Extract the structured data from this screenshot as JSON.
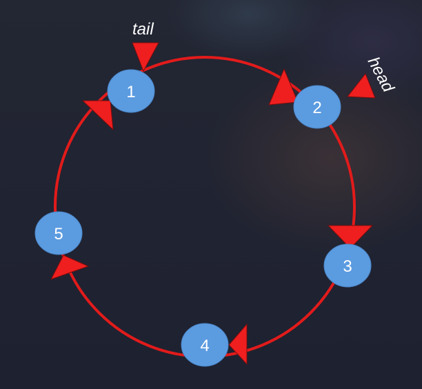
{
  "diagram": {
    "nodes": [
      {
        "id": "n1",
        "label": "1"
      },
      {
        "id": "n2",
        "label": "2"
      },
      {
        "id": "n3",
        "label": "3"
      },
      {
        "id": "n4",
        "label": "4"
      },
      {
        "id": "n5",
        "label": "5"
      }
    ],
    "pointers": {
      "tail": "tail",
      "head": "head"
    },
    "colors": {
      "node_fill": "#5b9be0",
      "ring": "#e21b1b",
      "arrow": "#ef1f1f",
      "text": "#ffffff"
    }
  }
}
